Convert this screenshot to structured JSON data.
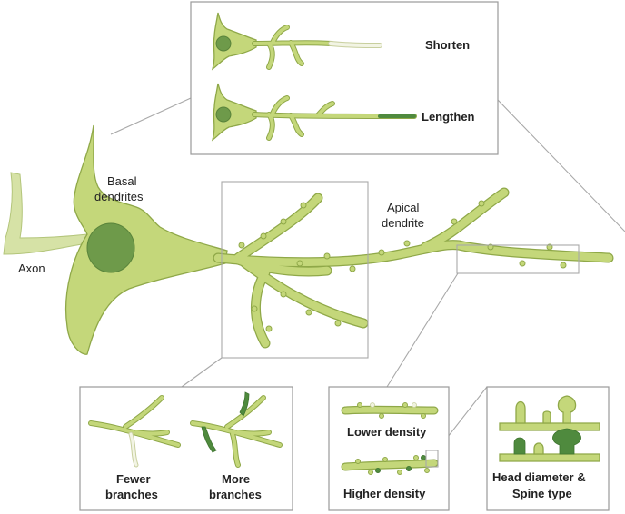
{
  "labels": {
    "axon": "Axon",
    "basal_dendrites_line1": "Basal",
    "basal_dendrites_line2": "dendrites",
    "apical_dendrite_line1": "Apical",
    "apical_dendrite_line2": "dendrite",
    "shorten": "Shorten",
    "lengthen": "Lengthen",
    "fewer_branches_line1": "Fewer",
    "fewer_branches_line2": "branches",
    "more_branches_line1": "More",
    "more_branches_line2": "branches",
    "lower_density": "Lower density",
    "higher_density": "Higher density",
    "head_diameter_line1": "Head diameter &",
    "head_diameter_line2": "Spine type"
  },
  "colors": {
    "dendrite_fill": "#c4d77a",
    "dendrite_outline": "#8fa848",
    "nucleus": "#6e9a4a",
    "highlight_dark_green": "#4f8a3e",
    "box_border": "#9a9a9a"
  }
}
